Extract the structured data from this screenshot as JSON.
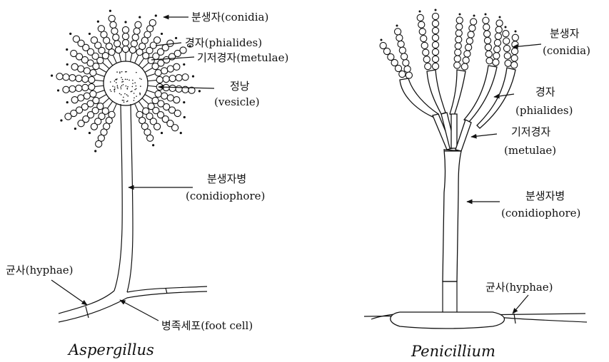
{
  "aspergillus": {
    "caption": "Aspergillus",
    "labels": {
      "conidia": "분생자(conidia)",
      "phialides": "경자(phialides)",
      "metulae": "기저경자(metulae)",
      "vesicle_kr": "정낭",
      "vesicle_en": "(vesicle)",
      "conidiophore_kr": "분생자병",
      "conidiophore_en": "(conidiophore)",
      "hyphae": "균사(hyphae)",
      "foot_cell": "병족세포(foot cell)"
    }
  },
  "penicillium": {
    "caption": "Penicillium",
    "labels": {
      "conidia_kr": "분생자",
      "conidia_en": "(conidia)",
      "phialides_kr": "경자",
      "phialides_en": "(phialides)",
      "metulae_kr": "기저경자",
      "metulae_en": "(metulae)",
      "conidiophore_kr": "분생자병",
      "conidiophore_en": "(conidiophore)",
      "hyphae": "균사(hyphae)"
    }
  },
  "colors": {
    "ink": "#111111",
    "background": "#ffffff"
  }
}
